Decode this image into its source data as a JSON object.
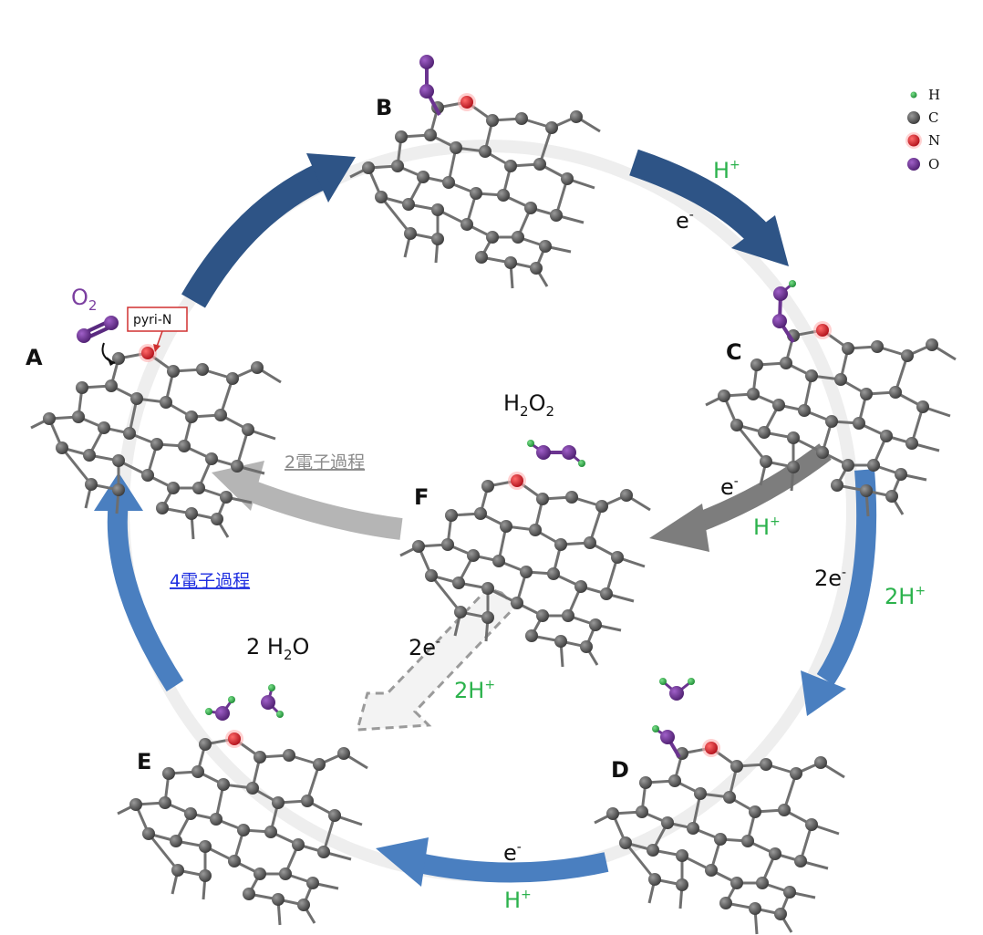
{
  "stages": {
    "a": "A",
    "b": "B",
    "c": "C",
    "d": "D",
    "e": "E",
    "f": "F"
  },
  "labels": {
    "o2_main": "O",
    "o2_sub": "2",
    "pyri_n": "pyri-N",
    "h2o2_h": "H",
    "h2o2_2a": "2",
    "h2o2_o": "O",
    "h2o2_2b": "2",
    "h2o_prefix": "2 H",
    "h2o_sub": "2",
    "h2o_o": "O",
    "two_electron": "2電子過程",
    "four_electron": "4電子過程"
  },
  "reagents": {
    "bc_proton": "H",
    "bc_electron": "e",
    "cf_electron": "e",
    "cf_proton": "H",
    "cd_electron": "2e",
    "cd_proton": "2H",
    "fe_electron": "2e",
    "fe_proton": "2H",
    "de_electron": "e",
    "de_proton": "H",
    "plus": "+",
    "minus": "-"
  },
  "legend": [
    {
      "symbol": "H",
      "color": "#2bb24c"
    },
    {
      "symbol": "C",
      "color": "#6a6a6a"
    },
    {
      "symbol": "N",
      "color": "#e0202a"
    },
    {
      "symbol": "O",
      "color": "#7a3d9e"
    }
  ],
  "colors": {
    "arrow_dark": "#2e5486",
    "arrow_mid": "#4a7fc0",
    "arrow_grey": "#7d7d7d",
    "arrow_light_grey": "#b5b5b5",
    "proton_green": "#2bb24c",
    "o2_purple": "#7b3fa0"
  }
}
